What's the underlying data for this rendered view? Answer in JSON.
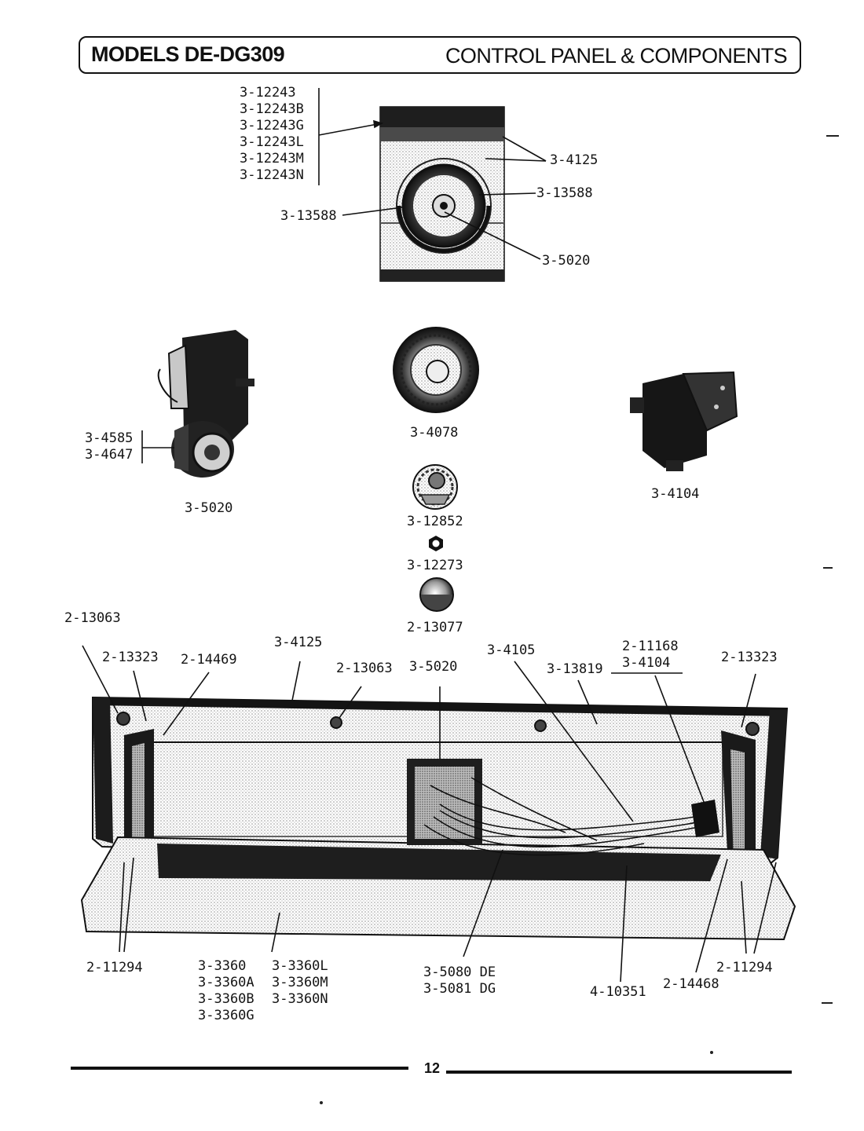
{
  "header": {
    "models": "MODELS DE-DG309",
    "title": "CONTROL PANEL & COMPONENTS"
  },
  "console_face": {
    "labels": {
      "panel_variants": [
        "3-12243",
        "3-12243B",
        "3-12243G",
        "3-12243L",
        "3-12243M",
        "3-12243N"
      ],
      "panel": "3-4125",
      "clip_right": "3-13588",
      "clip_left": "3-13588",
      "timer": "3-5020"
    }
  },
  "parts": {
    "timer_assembly": {
      "motor_labels": [
        "3-4585",
        "3-4647"
      ],
      "label": "3-5020"
    },
    "dial": {
      "label": "3-4078"
    },
    "switch": {
      "label": "3-4104"
    },
    "knob": {
      "label": "3-12852"
    },
    "nut": {
      "label": "3-12273"
    },
    "skirt": {
      "label": "2-13077"
    }
  },
  "rear_assembly": {
    "labels": {
      "screw_top_left": "2-13063",
      "clip_left": "2-13323",
      "bracket_left": "2-14469",
      "panel": "3-4125",
      "screw_center": "2-13063",
      "timer": "3-5020",
      "wiring_connector": "3-4105",
      "endcap": "3-13819",
      "switch_labels": [
        "2-11168",
        "3-4104"
      ],
      "clip_right": "2-13323",
      "screw_bottom_left": "2-11294",
      "backguard_variants": [
        "3-3360",
        "3-3360A",
        "3-3360B",
        "3-3360G",
        "3-3360L",
        "3-3360M",
        "3-3360N"
      ],
      "harness_variants": [
        "3-5080 DE",
        "3-5081 DG"
      ],
      "seal": "4-10351",
      "bracket_right": "2-14468",
      "screw_bottom_right": "2-11294"
    }
  },
  "footer": {
    "page": "12"
  }
}
